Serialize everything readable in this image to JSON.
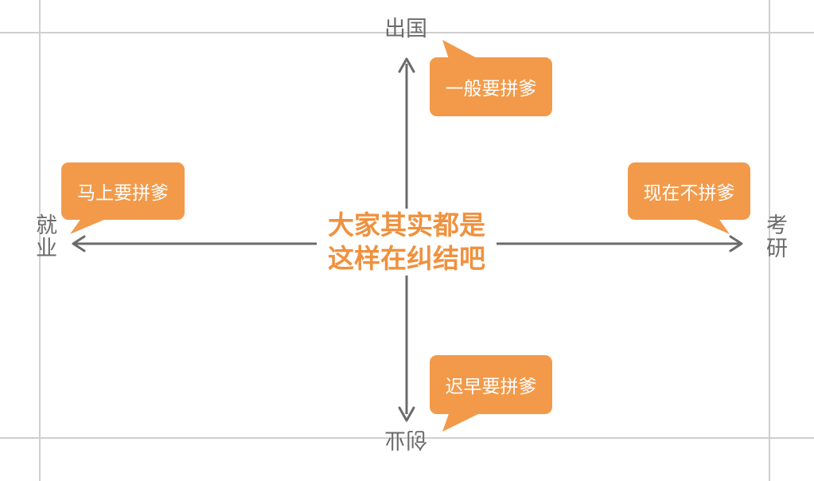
{
  "diagram": {
    "axes": {
      "top": "出国",
      "bottom": "创业",
      "left": "就业",
      "right": "考研"
    },
    "center": {
      "line1": "大家其实都是",
      "line2": "这样在纠结吧"
    },
    "bubbles": {
      "top": "一般要拼爹",
      "left": "马上要拼爹",
      "right": "现在不拼爹",
      "bottom": "迟早要拼爹"
    }
  },
  "colors": {
    "accent": "#f0913e",
    "bubble": "#f29a4a",
    "axis": "#6b6b6b",
    "guide": "#cfcfcf"
  }
}
